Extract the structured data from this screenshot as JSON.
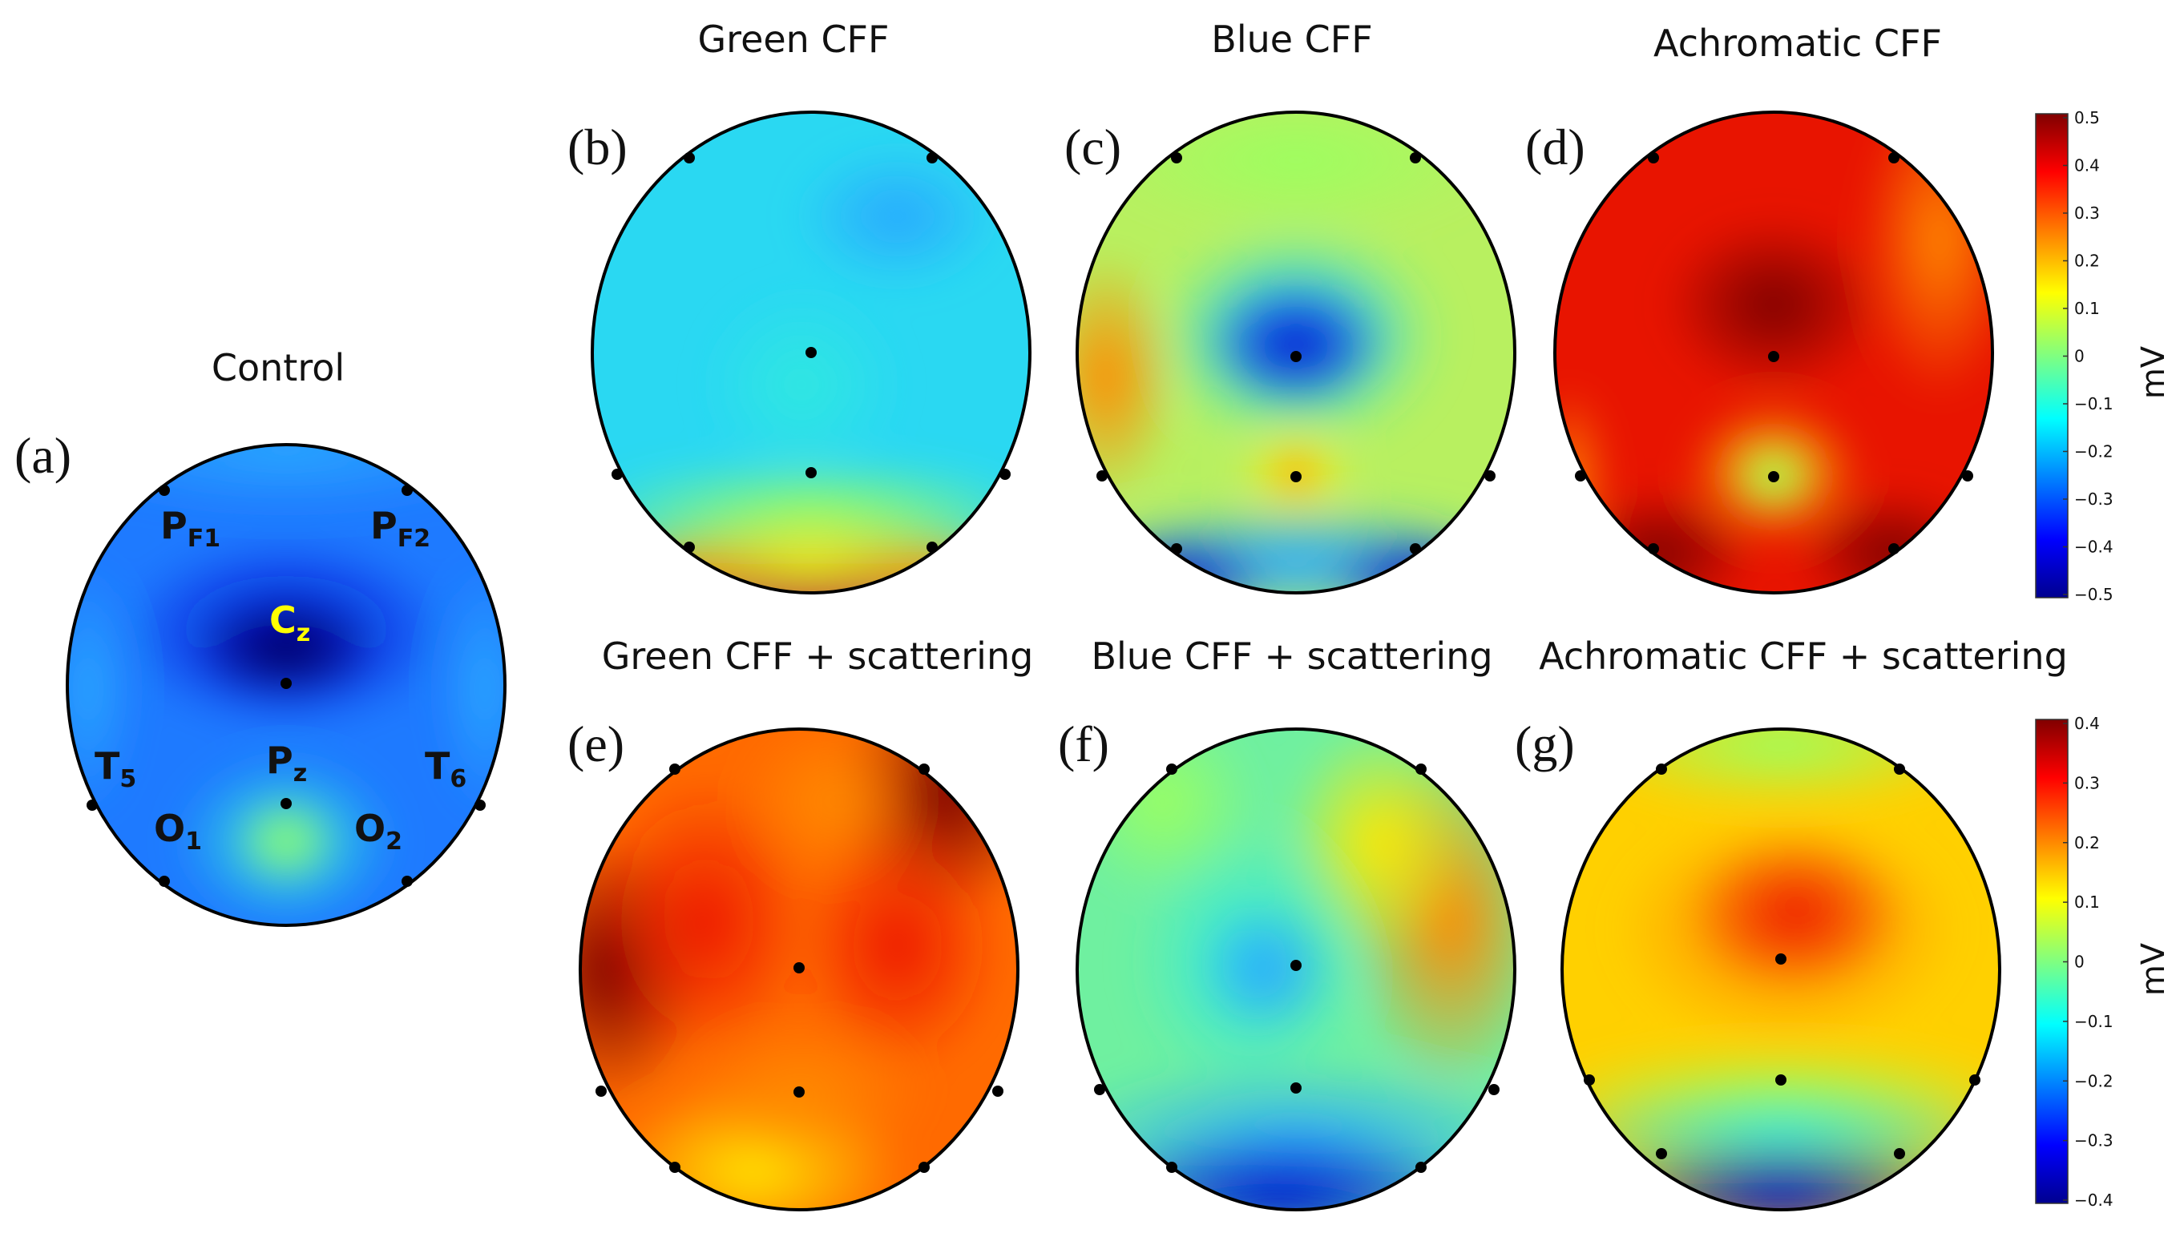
{
  "panels": {
    "a": {
      "letter": "(a)",
      "title": "Control"
    },
    "b": {
      "letter": "(b)",
      "title": "Green CFF"
    },
    "c": {
      "letter": "(c)",
      "title": "Blue CFF"
    },
    "d": {
      "letter": "(d)",
      "title": "Achromatic CFF"
    },
    "e": {
      "letter": "(e)",
      "title": "Green CFF + scattering"
    },
    "f": {
      "letter": "(f)",
      "title": "Blue CFF + scattering"
    },
    "g": {
      "letter": "(g)",
      "title": "Achromatic CFF + scattering"
    }
  },
  "electrodes": {
    "pf1": {
      "main": "P",
      "sub": "F1"
    },
    "pf2": {
      "main": "P",
      "sub": "F2"
    },
    "cz": {
      "main": "C",
      "sub": "z"
    },
    "pz": {
      "main": "P",
      "sub": "z"
    },
    "t5": {
      "main": "T",
      "sub": "5"
    },
    "t6": {
      "main": "T",
      "sub": "6"
    },
    "o1": {
      "main": "O",
      "sub": "1"
    },
    "o2": {
      "main": "O",
      "sub": "2"
    }
  },
  "colorbars": {
    "top": {
      "unit": "mV",
      "ticks": [
        "0.5",
        "0.4",
        "0.3",
        "0.2",
        "0.1",
        "0",
        "−0.1",
        "−0.2",
        "−0.3",
        "−0.4",
        "−0.5"
      ]
    },
    "bottom": {
      "unit": "mV",
      "ticks": [
        "0.4",
        "0.3",
        "0.2",
        "0.1",
        "0",
        "−0.1",
        "−0.2",
        "−0.3",
        "−0.4"
      ]
    }
  },
  "colors": {
    "jet_max": "#800000",
    "jet_high": "#ff0000",
    "jet_mid_high": "#ffff00",
    "jet_mid": "#00ffff",
    "jet_low": "#0000ff",
    "jet_min": "#00008f",
    "cz_label": "#ffff00"
  }
}
